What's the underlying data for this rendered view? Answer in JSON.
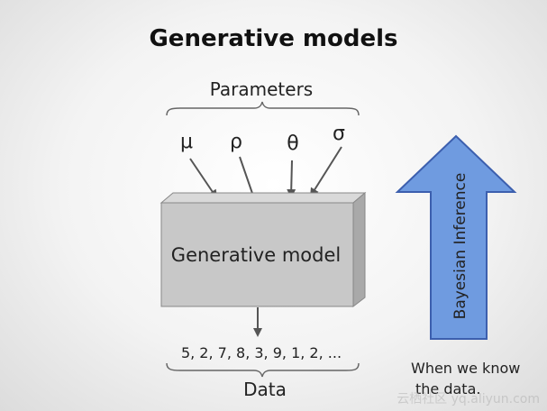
{
  "title": "Generative models",
  "parameters_label": "Parameters",
  "params": [
    "μ",
    "ρ",
    "θ",
    "σ"
  ],
  "model_label": "Generative model",
  "data_sequence": "5, 2, 7, 8, 3, 9, 1, 2, ...",
  "data_label": "Data",
  "inference_label": "Bayesian Inference",
  "note_line1": "When we know",
  "note_line2": "the data.",
  "watermark": "云栖社区 yq.aliyun.com",
  "colors": {
    "box_front": "#c8c8c8",
    "box_side": "#a9a9a9",
    "box_top": "#d9d9d9",
    "arrow_fill": "#6f9be0",
    "arrow_stroke": "#3c5fae"
  }
}
